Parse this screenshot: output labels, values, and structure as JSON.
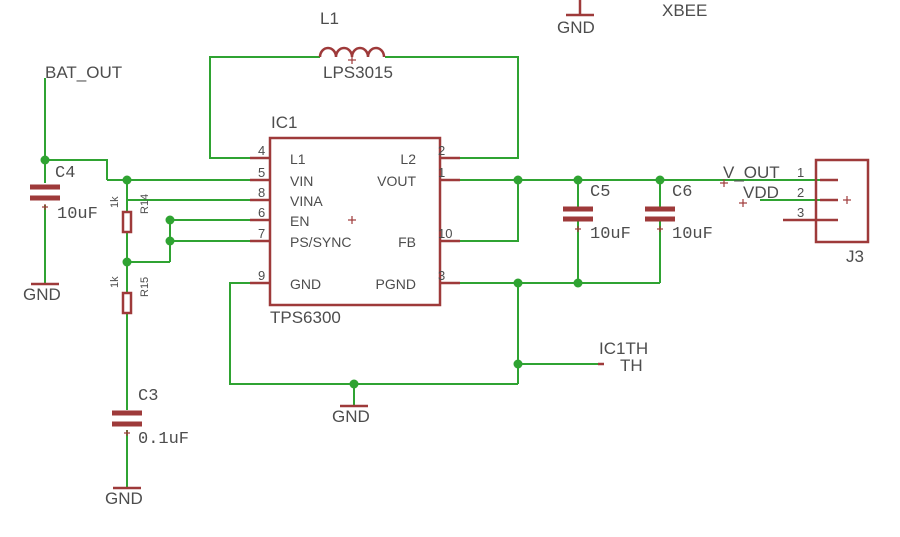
{
  "labels": {
    "xbee": "XBEE",
    "bat_out": "BAT_OUT",
    "v_out": "V_OUT",
    "vdd": "VDD",
    "ic1th_name": "IC1TH",
    "ic1th_value": "TH",
    "gnd": "GND"
  },
  "ic1": {
    "name": "IC1",
    "value": "TPS6300",
    "left_pins": [
      {
        "num": "4",
        "name": "L1"
      },
      {
        "num": "5",
        "name": "VIN"
      },
      {
        "num": "8",
        "name": "VINA"
      },
      {
        "num": "6",
        "name": "EN"
      },
      {
        "num": "7",
        "name": "PS/SYNC"
      },
      {
        "num": "9",
        "name": "GND"
      }
    ],
    "right_pins": [
      {
        "num": "2",
        "name": "L2"
      },
      {
        "num": "1",
        "name": "VOUT"
      },
      {
        "num": "10",
        "name": "FB"
      },
      {
        "num": "3",
        "name": "PGND"
      }
    ]
  },
  "l1": {
    "name": "L1",
    "value": "LPS3015"
  },
  "c4": {
    "name": "C4",
    "value": "10uF"
  },
  "c3": {
    "name": "C3",
    "value": "0.1uF"
  },
  "c5": {
    "name": "C5",
    "value": "10uF"
  },
  "c6": {
    "name": "C6",
    "value": "10uF"
  },
  "r14": {
    "name": "R14",
    "value": "1k"
  },
  "r15": {
    "name": "R15",
    "value": "1k"
  },
  "j3": {
    "name": "J3",
    "pins": [
      "1",
      "2",
      "3"
    ]
  },
  "colors": {
    "wire": "#2fa332",
    "part": "#9e3a3a",
    "text": "#4d4d4d"
  }
}
